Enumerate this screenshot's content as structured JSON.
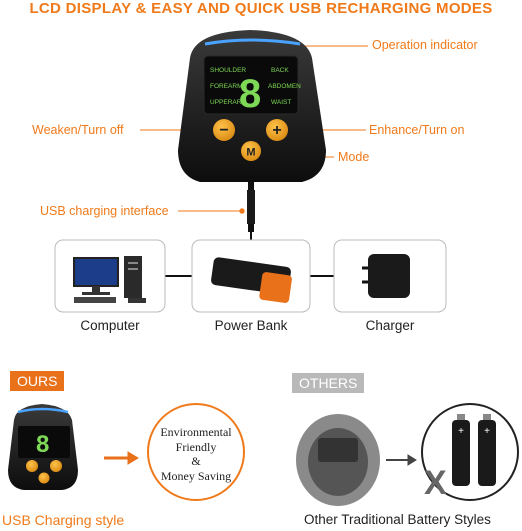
{
  "header": {
    "title": "LCD DISPLAY & EASY AND QUICK USB RECHARGING MODES"
  },
  "device": {
    "lcd_left": [
      "SHOULDER",
      "FOREARM",
      "UPPERARM"
    ],
    "lcd_right": [
      "BACK",
      "ABDOMEN",
      "WAIST"
    ],
    "lcd_digit": "8",
    "minus": "−",
    "plus": "+",
    "mode": "M"
  },
  "callouts": {
    "operation_indicator": "Operation indicator",
    "weaken": "Weaken/Turn off",
    "enhance": "Enhance/Turn on",
    "mode": "Mode",
    "usb": "USB charging interface"
  },
  "sources": [
    {
      "label": "Computer",
      "icon": "computer-icon"
    },
    {
      "label": "Power Bank",
      "icon": "power-bank-icon"
    },
    {
      "label": "Charger",
      "icon": "charger-icon"
    }
  ],
  "ours": {
    "tag": "OURS",
    "benefit_line1": "Environmental",
    "benefit_line2": "Friendly",
    "benefit_line3": "&",
    "benefit_line4": "Money Saving",
    "caption": "USB Charging style"
  },
  "others": {
    "tag": "OTHERS",
    "cross": "X",
    "caption": "Other Traditional Battery Styles"
  },
  "colors": {
    "accent": "#f07a1a",
    "lcd": "#7ed957",
    "indicator": "#4aa3ff"
  }
}
